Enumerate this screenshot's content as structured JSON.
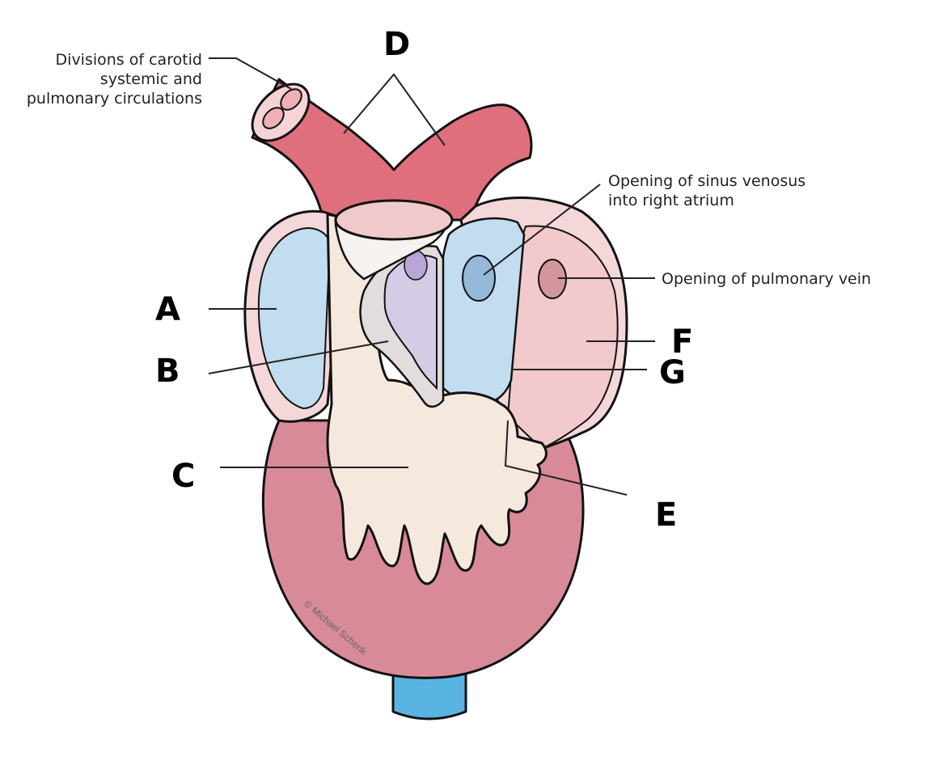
{
  "labels": {
    "A": "A",
    "B": "B",
    "C": "C",
    "D": "D",
    "E": "E",
    "F": "F",
    "G": "G"
  },
  "annotations": {
    "carotid_line1": "Divisions of carotid",
    "carotid_line2": "systemic and",
    "carotid_line3": "pulmonary circulations",
    "sinus_line1": "Opening of sinus venosus",
    "sinus_line2": "into right atrium",
    "pulmonary_vein": "Opening of pulmonary vein"
  },
  "copyright": "© Michael Schenk",
  "colors": {
    "ventricle": "#d98a98",
    "trunk": "#e06f7d",
    "atrium_blue": "#c2dcf0",
    "atrium_pink": "#f2c9cc",
    "chamber_cream": "#f5e8dc",
    "valve_purple": "#d5cbe4",
    "outflow_blue": "#5ab4e2"
  }
}
